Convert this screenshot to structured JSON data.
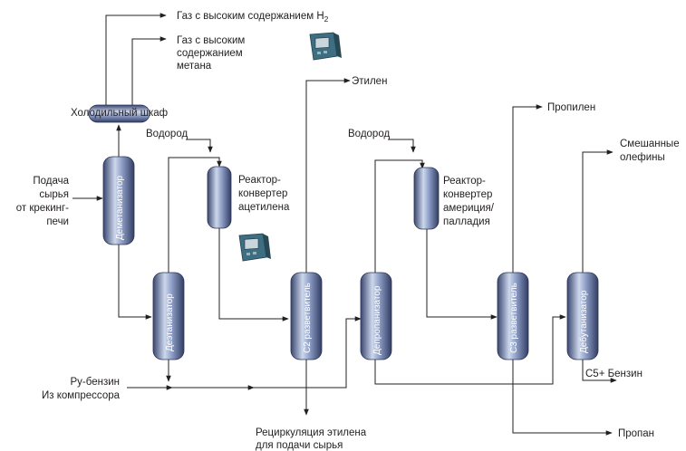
{
  "products": {
    "h2_gas": "Газ с высоким содержанием H",
    "h2_sub": "2",
    "methane_gas": [
      "Газ с высоким",
      "содержанием",
      "метана"
    ],
    "ethylene": "Этилен",
    "propylene": "Пропилен",
    "mixed_olefins": [
      "Смешанные",
      "олефины"
    ],
    "c5_gasoline": "C5+ Бензин",
    "propane": "Пропан",
    "ethylene_recycle": [
      "Рециркуляция этилена",
      "для подачи сырья"
    ]
  },
  "inputs": {
    "feed": [
      "Подача",
      "сырья",
      "от крекинг-",
      "печи"
    ],
    "py_gasoline": "Ру-бензин",
    "from_compressor": "Из компрессора",
    "hydrogen_1": "Водород",
    "hydrogen_2": "Водород"
  },
  "units": {
    "cold_box": "Холодильный шкаф",
    "demethanizer": "Деметанизатор",
    "deethanizer": "Деэтанизатор",
    "c2_splitter": "C2 разветвитель",
    "depropanizer": "Депропанизатор",
    "c3_splitter": "C3 разветвитель",
    "debutanizer": "Дебутанизатор",
    "acetylene_reactor": [
      "Реактор-",
      "конвертер",
      "ацетилена"
    ],
    "americium_reactor": [
      "Реактор-",
      "конвертер",
      "америция/",
      "палладия"
    ]
  },
  "colors": {
    "vessel_light": "#c7d3e8",
    "vessel_mid": "#7d8fbd",
    "vessel_dark": "#38456d",
    "line": "#231f20",
    "analyzer_body": "#3e6e82"
  },
  "icons": [
    "analyzer-device-icon",
    "analyzer-device-icon"
  ]
}
